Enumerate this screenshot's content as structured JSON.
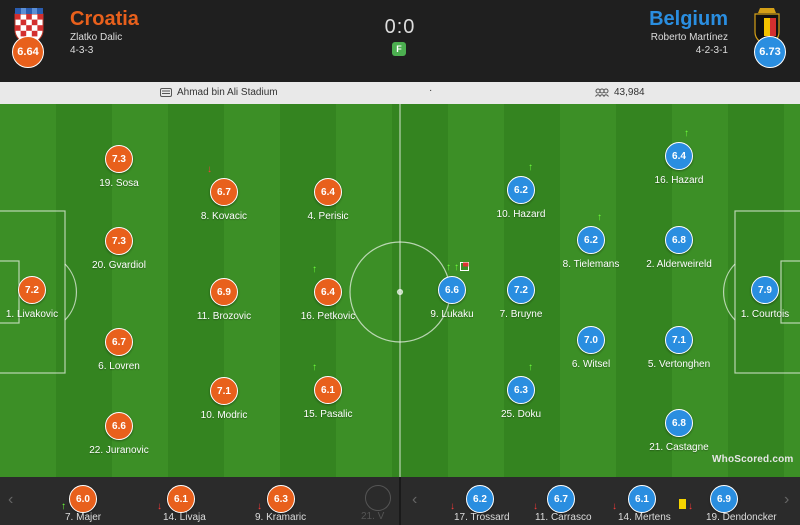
{
  "home": {
    "name": "Croatia",
    "manager": "Zlatko Dalic",
    "formation": "4-3-3",
    "rating": "6.64",
    "color": "#e8601c"
  },
  "away": {
    "name": "Belgium",
    "manager": "Roberto Martínez",
    "formation": "4-2-3-1",
    "rating": "6.73",
    "color": "#2a8ee0"
  },
  "match": {
    "score": "0:0",
    "status": "F"
  },
  "info": {
    "stadium": "Ahmad bin Ali Stadium",
    "separator": "·",
    "attendance": "43,984"
  },
  "players": {
    "home": [
      {
        "rating": "7.2",
        "name": "1. Livakovic"
      },
      {
        "rating": "7.3",
        "name": "19. Sosa"
      },
      {
        "rating": "7.3",
        "name": "20. Gvardiol"
      },
      {
        "rating": "6.7",
        "name": "6. Lovren"
      },
      {
        "rating": "6.6",
        "name": "22. Juranovic"
      },
      {
        "rating": "6.7",
        "name": "8. Kovacic"
      },
      {
        "rating": "6.9",
        "name": "11. Brozovic"
      },
      {
        "rating": "7.1",
        "name": "10. Modric"
      },
      {
        "rating": "6.4",
        "name": "4. Perisic"
      },
      {
        "rating": "6.4",
        "name": "16. Petkovic"
      },
      {
        "rating": "6.1",
        "name": "15. Pasalic"
      }
    ],
    "away": [
      {
        "rating": "7.9",
        "name": "1. Courtois"
      },
      {
        "rating": "6.4",
        "name": "16. Hazard"
      },
      {
        "rating": "6.8",
        "name": "2. Alderweireld"
      },
      {
        "rating": "7.1",
        "name": "5. Vertonghen"
      },
      {
        "rating": "6.8",
        "name": "21. Castagne"
      },
      {
        "rating": "6.2",
        "name": "8. Tielemans"
      },
      {
        "rating": "7.0",
        "name": "6. Witsel"
      },
      {
        "rating": "6.2",
        "name": "10. Hazard"
      },
      {
        "rating": "7.2",
        "name": "7. Bruyne"
      },
      {
        "rating": "6.3",
        "name": "25. Doku"
      },
      {
        "rating": "6.6",
        "name": "9. Lukaku"
      }
    ]
  },
  "subs": {
    "home": [
      {
        "rating": "6.0",
        "name": "7. Majer"
      },
      {
        "rating": "6.1",
        "name": "14. Livaja"
      },
      {
        "rating": "6.3",
        "name": "9. Kramaric"
      },
      {
        "name": "21. V"
      }
    ],
    "away": [
      {
        "rating": "6.2",
        "name": "17. Trossard"
      },
      {
        "rating": "6.7",
        "name": "11. Carrasco"
      },
      {
        "rating": "6.1",
        "name": "14. Mertens"
      },
      {
        "rating": "6.9",
        "name": "19. Dendoncker"
      }
    ]
  },
  "watermark": "WhoScored.com"
}
